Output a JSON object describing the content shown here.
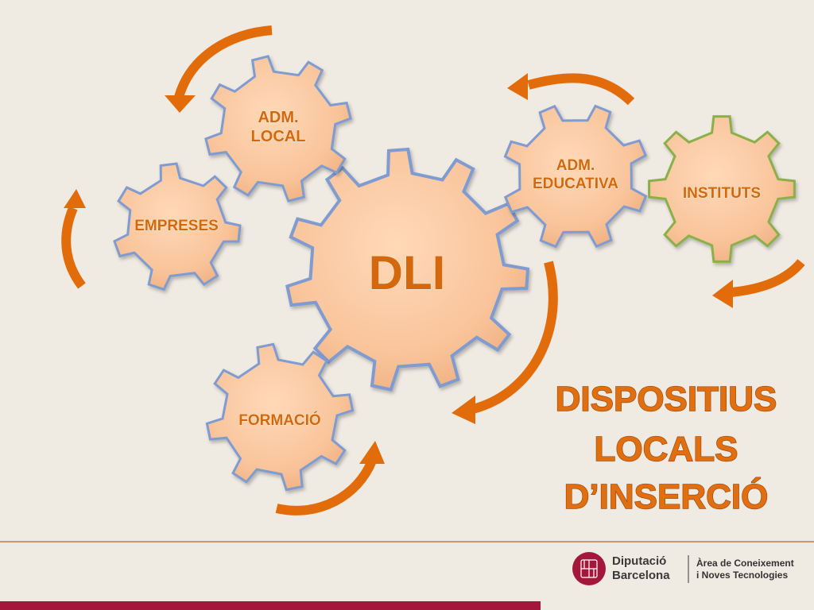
{
  "diagram": {
    "gears": [
      {
        "id": "dli",
        "lines": [
          "DLI"
        ]
      },
      {
        "id": "adm-local",
        "lines": [
          "ADM.",
          "LOCAL"
        ]
      },
      {
        "id": "empreses",
        "lines": [
          "EMPRESES"
        ]
      },
      {
        "id": "formacio",
        "lines": [
          "FORMACIÓ"
        ]
      },
      {
        "id": "adm-educativa",
        "lines": [
          "ADM.",
          "EDUCATIVA"
        ]
      },
      {
        "id": "instituts",
        "lines": [
          "INSTITUTS"
        ]
      }
    ],
    "title_lines": [
      "DISPOSITIUS",
      "LOCALS",
      "D’INSERCIÓ"
    ]
  },
  "footer": {
    "logo_line1": "Diputació",
    "logo_line2": "Barcelona",
    "area_line1": "Àrea de Coneixement",
    "area_line2": "i Noves Tecnologies"
  },
  "colors": {
    "background": "#efebe3",
    "gear_fill": "#f9c49b",
    "gear_text": "#d3680e",
    "gear_outline_blue": "#7f9bd0",
    "gear_outline_green": "#8bb04a",
    "arrow": "#e36c0a",
    "title": "#e06f12",
    "bottom_bar": "#a3183a",
    "footer_rule": "#c07a4a"
  }
}
